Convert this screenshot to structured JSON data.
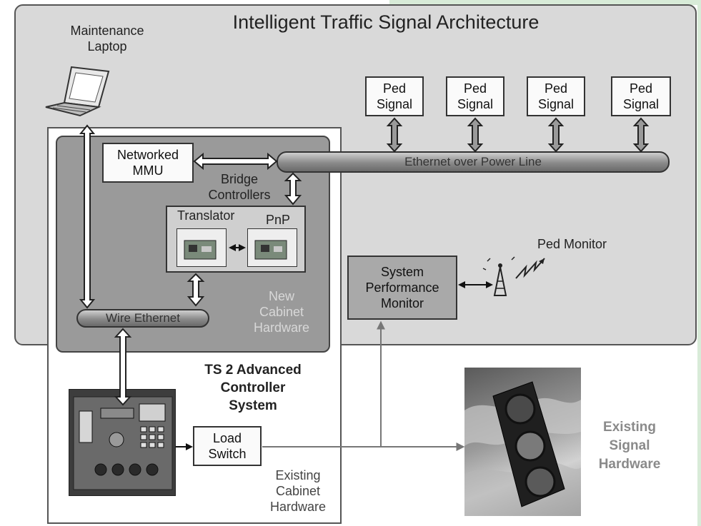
{
  "diagram": {
    "title": "Intelligent Traffic Signal Architecture",
    "laptop_label_line1": "Maintenance",
    "laptop_label_line2": "Laptop",
    "ped_signals": [
      {
        "line1": "Ped",
        "line2": "Signal"
      },
      {
        "line1": "Ped",
        "line2": "Signal"
      },
      {
        "line1": "Ped",
        "line2": "Signal"
      },
      {
        "line1": "Ped",
        "line2": "Signal"
      }
    ],
    "ethernet_power_line": "Ethernet over Power Line",
    "networked_mmu_line1": "Networked",
    "networked_mmu_line2": "MMU",
    "bridge_line1": "Bridge",
    "bridge_line2": "Controllers",
    "translator": "Translator",
    "pnp": "PnP",
    "wire_ethernet": "Wire Ethernet",
    "new_cabinet_line1": "New",
    "new_cabinet_line2": "Cabinet",
    "new_cabinet_line3": "Hardware",
    "spm_line1": "System",
    "spm_line2": "Performance",
    "spm_line3": "Monitor",
    "ped_monitor": "Ped Monitor",
    "ts2_line1": "TS 2   Advanced",
    "ts2_line2": "Controller",
    "ts2_line3": "System",
    "load_switch_line1": "Load",
    "load_switch_line2": "Switch",
    "existing_cabinet_line1": "Existing",
    "existing_cabinet_line2": "Cabinet",
    "existing_cabinet_line3": "Hardware",
    "existing_signal_line1": "Existing",
    "existing_signal_line2": "Signal",
    "existing_signal_line3": "Hardware"
  }
}
